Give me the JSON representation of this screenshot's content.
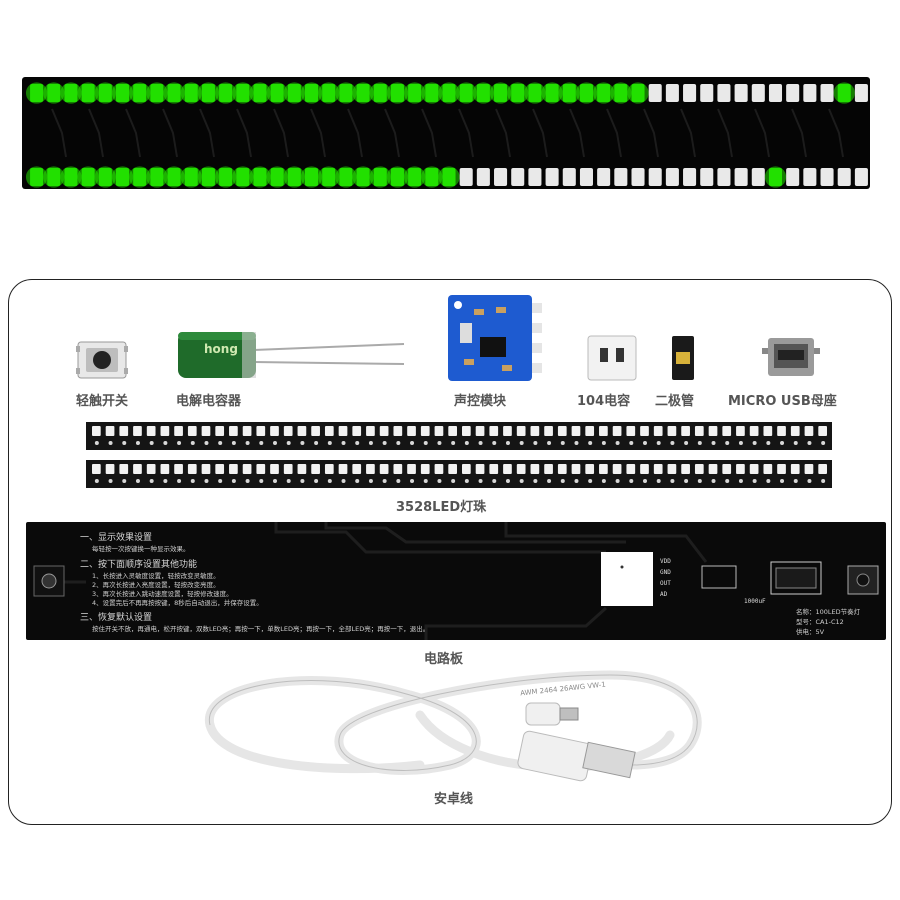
{
  "strip": {
    "top_lit": 36,
    "top_total": 49,
    "top_extra_lit": 47,
    "bottom_lit": 25,
    "bottom_total": 49,
    "bottom_extra_lit": 43,
    "lit_color": "#22e000",
    "off_color": "#e9e9e9"
  },
  "components": {
    "tact_switch": "轻触开关",
    "capacitor": "电解电容器",
    "capacitor_print": "hong",
    "sound_module": "声控模块",
    "cap104": "104电容",
    "diode": "二极管",
    "micro_usb": "MICRO USB母座",
    "led_beads": "3528LED灯珠",
    "circuit_board": "电路板",
    "android_cable": "安卓线"
  },
  "pcb": {
    "section1_title": "一、显示效果设置",
    "section1_line": "每轻按一次按键换一种显示效果。",
    "section2_title": "二、按下面顺序设置其他功能",
    "section2_lines": [
      "1、长按进入灵敏度设置，轻按改变灵敏度。",
      "2、再次长按进入亮度设置，轻按改变亮度。",
      "3、再次长按进入跳动速度设置，轻按修改速度。",
      "4、设置完后不再再按按键，8秒后自动退出，并保存设置。"
    ],
    "section3_title": "三、恢复默认设置",
    "section3_line": "按住开关不放，再通电，松开按键，双数LED亮；再按一下，单数LED亮；再按一下，全部LED亮；再按一下，退出。",
    "pins": [
      "VDD",
      "GND",
      "OUT",
      "AD"
    ],
    "cap_value": "1000uF",
    "info_lines": [
      "名称：100LED节奏灯",
      "型号：CA1-C12",
      "供电：5V"
    ]
  },
  "cable": {
    "print": "AWM 2464 26AWG VW-1"
  }
}
